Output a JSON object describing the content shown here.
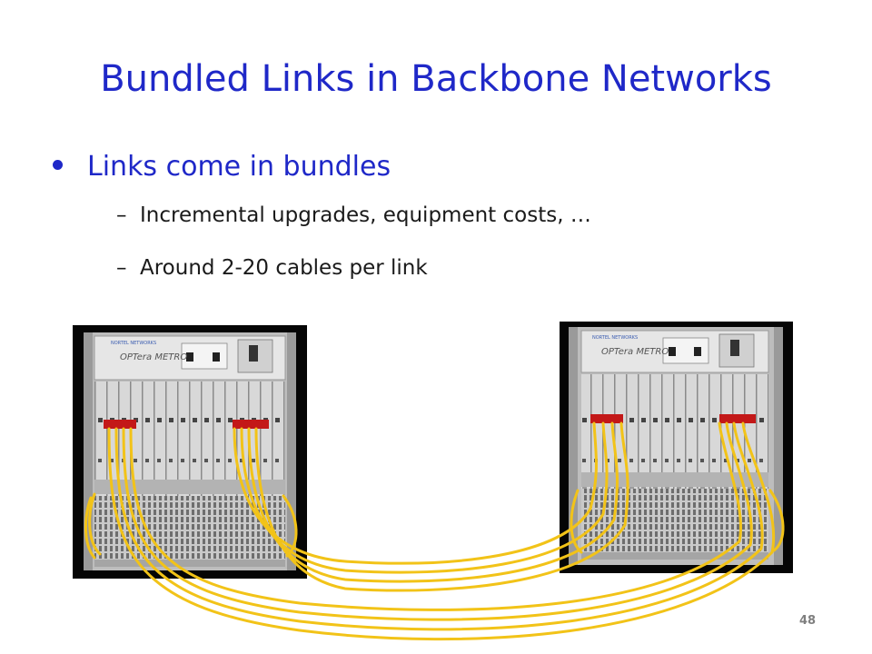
{
  "slide": {
    "title": "Bundled Links in Backbone Networks",
    "bullets": [
      {
        "text": "Links come in bundles",
        "sub": [
          "Incremental upgrades, equipment costs, …",
          "Around 2-20 cables per link"
        ]
      }
    ],
    "page_number": "48"
  },
  "equipment": {
    "rack_label": "OPTera METRO",
    "brand": "NORTEL NETWORKS"
  },
  "colors": {
    "title": "#1F28C8",
    "body_text": "#1a1a1a",
    "cable": "#F2C318",
    "page_number": "#7f7f7f"
  }
}
